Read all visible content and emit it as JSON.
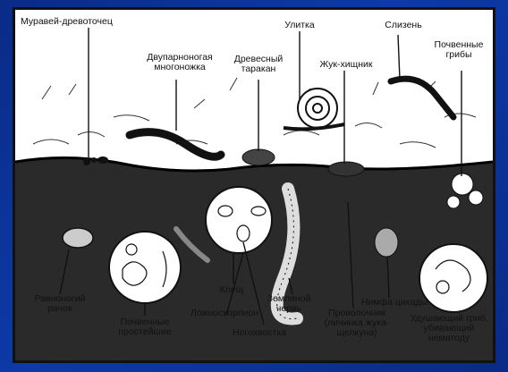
{
  "labels": {
    "ant": "Муравей-древоточец",
    "millipede": "Двупарноногая многоножка",
    "cockroach": "Древесный таракан",
    "snail": "Улитка",
    "beetle": "Жук-хищник",
    "slug": "Слизень",
    "soil_fungi": "Почвенные грибы",
    "isopod": "Равноногий рачок",
    "protozoa": "Почвенные простейшие",
    "tick": "Клещ",
    "pseudoscorpion": "Ложноскорпион",
    "springtail": "Ногохвостка",
    "earthworm": "Земляной червь",
    "wireworm": "Проволочник (личинка жука-щелкуна)",
    "cicada": "Нимфа цикады",
    "fungus": "Удушающий гриб, убивающий нематоду"
  }
}
